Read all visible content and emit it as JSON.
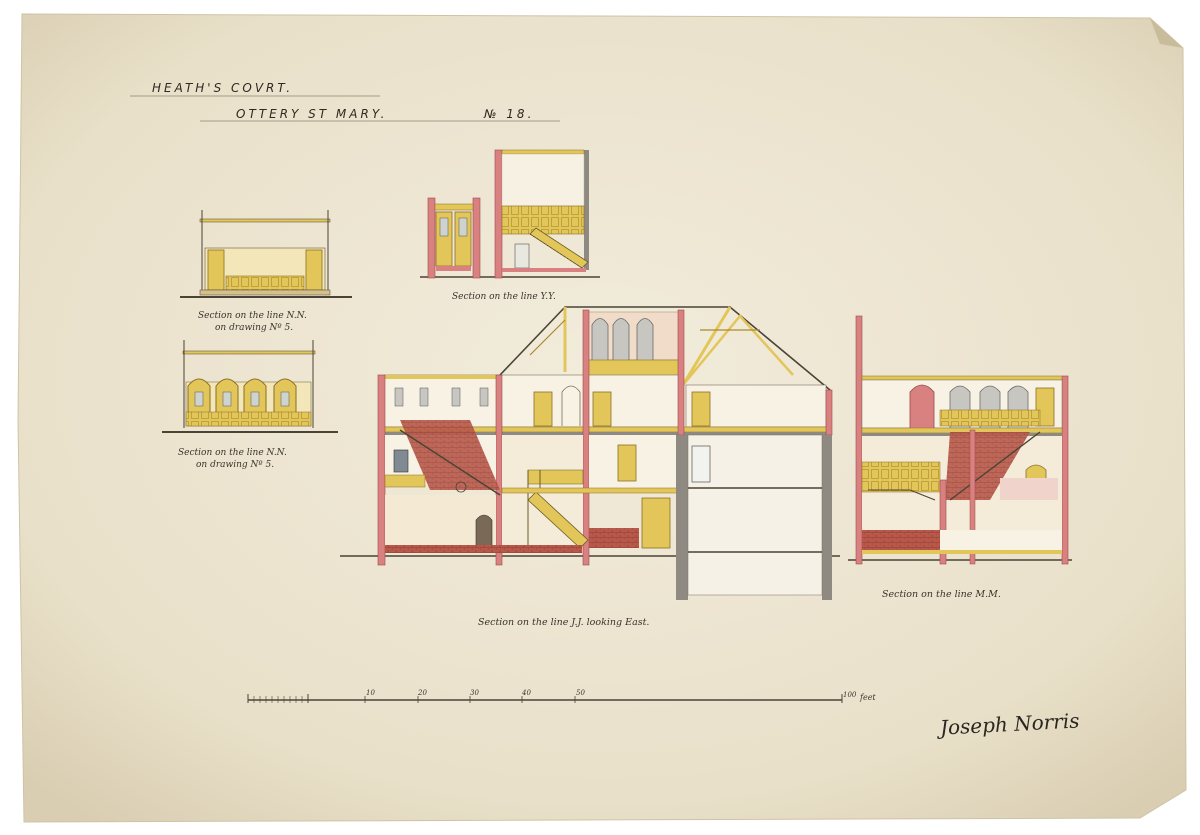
{
  "title": {
    "line1": "HEATH'S COVRT.",
    "line2": "OTTERY ST MARY.",
    "number": "№ 18."
  },
  "labels": {
    "nn_upper": [
      "Section on the line N.N.",
      "on drawing Nº 5."
    ],
    "nn_lower": [
      "Section on the line N.N.",
      "on drawing Nº 5."
    ],
    "yy": "Section on the line Y.Y.",
    "jj": "Section on the line J.J. looking East.",
    "mm": "Section on the line M.M."
  },
  "scale": {
    "ticks": [
      "10",
      "20",
      "30",
      "40",
      "50",
      "100"
    ],
    "unit": "feet"
  },
  "signature": "Joseph Norris",
  "colors": {
    "paper": "#ece4d0",
    "ink": "#4a4336",
    "wall_red": "#d98080",
    "wood_yellow": "#e3c65a",
    "brick": "#b8584a",
    "grey_wall": "#8e8a82"
  }
}
